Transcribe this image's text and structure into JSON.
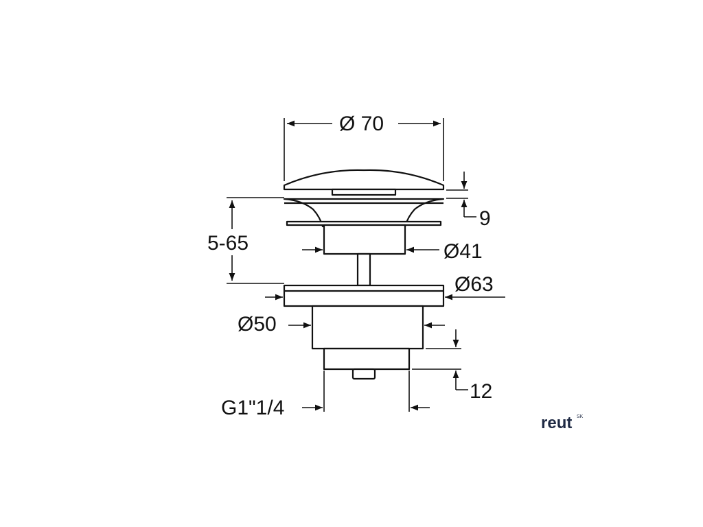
{
  "diagram": {
    "dimensions": {
      "cap_diameter": "Ø 70",
      "cap_height": "9",
      "adjust_range": "5-65",
      "stem_diameter": "Ø41",
      "flange_diameter": "Ø63",
      "body_diameter": "Ø50",
      "thread_size": "G1\"1/4",
      "thread_length": "12"
    },
    "logo": {
      "name": "reut",
      "suffix": "SK"
    },
    "colors": {
      "line": "#111111",
      "logo": "#1f2a44",
      "background": "#ffffff"
    }
  }
}
